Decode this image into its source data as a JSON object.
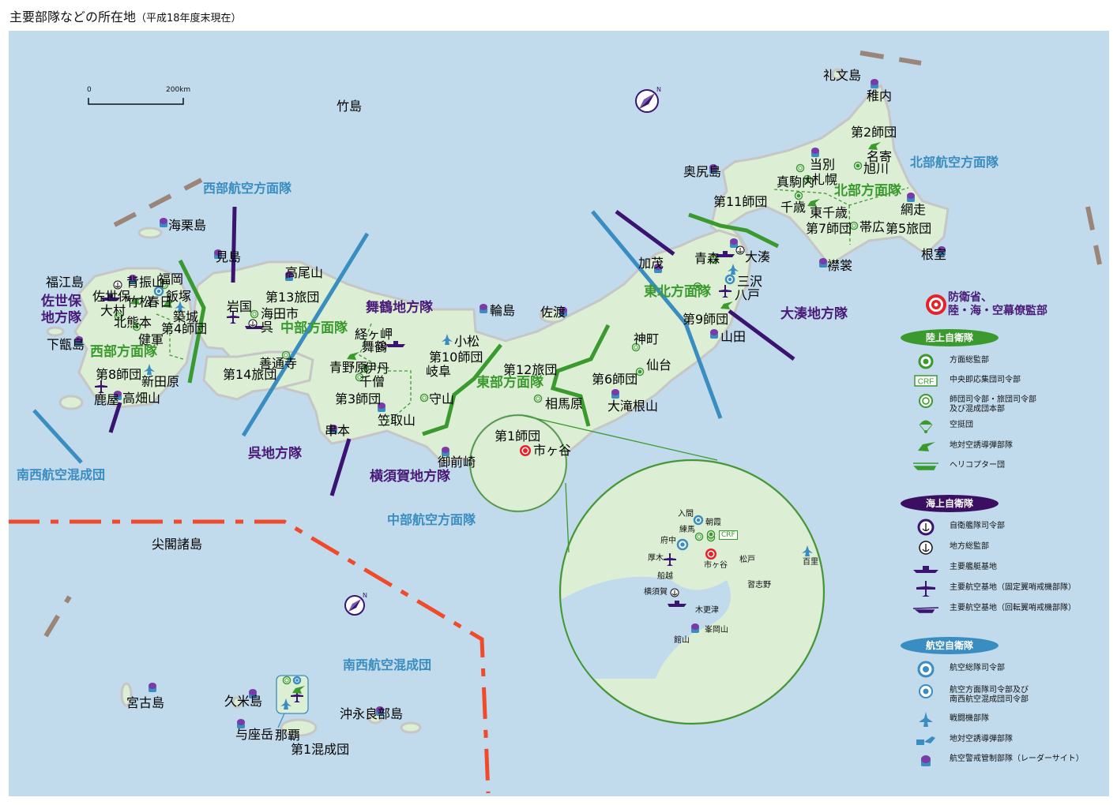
{
  "title": "主要部隊などの所在地",
  "title_note": "（平成18年度末現在）",
  "scale": {
    "zero": "0",
    "max": "200km"
  },
  "labels": {
    "places": [
      "礼文島",
      "稚内",
      "奥尻島",
      "当別",
      "名寄",
      "旭川",
      "真駒内",
      "札幌",
      "千歳",
      "東千歳",
      "帯広",
      "網走",
      "根室",
      "襟裳",
      "青森",
      "大湊",
      "三沢",
      "八戸",
      "加茂",
      "山田",
      "神町",
      "仙台",
      "大滝根山",
      "輪島",
      "佐渡",
      "小松",
      "岐阜",
      "守山",
      "相馬原",
      "市ヶ谷",
      "御前崎",
      "竹島",
      "見島",
      "高尾山",
      "岩国",
      "海田市",
      "呉",
      "経ヶ岬",
      "舞鶴",
      "青野原",
      "伊丹",
      "千僧",
      "善通寺",
      "笠取山",
      "串本",
      "海栗島",
      "福江島",
      "背振山",
      "福岡",
      "佐世保",
      "飯塚",
      "竹松",
      "春日",
      "大村",
      "築城",
      "北熊本",
      "健軍",
      "下甑島",
      "新田原",
      "鹿屋",
      "高畑山",
      "尖閣諸島",
      "宮古島",
      "久米島",
      "与座岳",
      "那覇",
      "沖永良部島"
    ],
    "units": [
      "第2師団",
      "第11師団",
      "第7師団",
      "第5旅団",
      "第9師団",
      "第6師団",
      "第12旅団",
      "第10師団",
      "第1師団",
      "第3師団",
      "第13旅団",
      "第14旅団",
      "第4師団",
      "第8師団",
      "第1混成団"
    ],
    "army": [
      "北部方面隊",
      "東北方面隊",
      "東部方面隊",
      "中部方面隊",
      "西部方面隊"
    ],
    "navy": [
      "大湊地方隊",
      "舞鶴地方隊",
      "呉地方隊",
      "横須賀地方隊",
      "佐世保\n地方隊"
    ],
    "air": [
      "北部航空方面隊",
      "西部航空方面隊",
      "中部航空方面隊",
      "南西航空混成団",
      "南西航空混成団"
    ],
    "inset": [
      "入間",
      "朝霞",
      "練馬",
      "府中",
      "厚木",
      "市ヶ谷",
      "松戸",
      "習志野",
      "船越",
      "横須賀",
      "木更津",
      "峯岡山",
      "館山",
      "百里"
    ],
    "crf": "CRF"
  },
  "legend": {
    "hq": "防衛省、\n陸・海・空幕僚監部",
    "gsdf": {
      "title": "陸上自衛隊",
      "items": [
        "方面総監部",
        "中央即応集団司令部",
        "師団司令部・旅団司令部\n及び混成団本部",
        "空挺団",
        "地対空誘導弾部隊",
        "ヘリコプター団"
      ],
      "crf": "CRF"
    },
    "msdf": {
      "title": "海上自衛隊",
      "items": [
        "自衛艦隊司令部",
        "地方総監部",
        "主要艦艇基地",
        "主要航空基地（固定翼哨戒機部隊）",
        "主要航空基地（回転翼哨戒機部隊）"
      ]
    },
    "asdf": {
      "title": "航空自衛隊",
      "items": [
        "航空総隊司令部",
        "航空方面隊司令部及び\n南西航空混成団司令部",
        "戦闘機部隊",
        "地対空誘導弾部隊",
        "航空警戒管制部隊（レーダーサイト）"
      ]
    }
  },
  "colors": {
    "sea": "#c1dbec",
    "land": "#dcefd4",
    "army": "#3a9a2e",
    "navy": "#4a1a78",
    "air": "#3a8dc0",
    "hq": "#e8202a",
    "border": "#f04a2a"
  }
}
